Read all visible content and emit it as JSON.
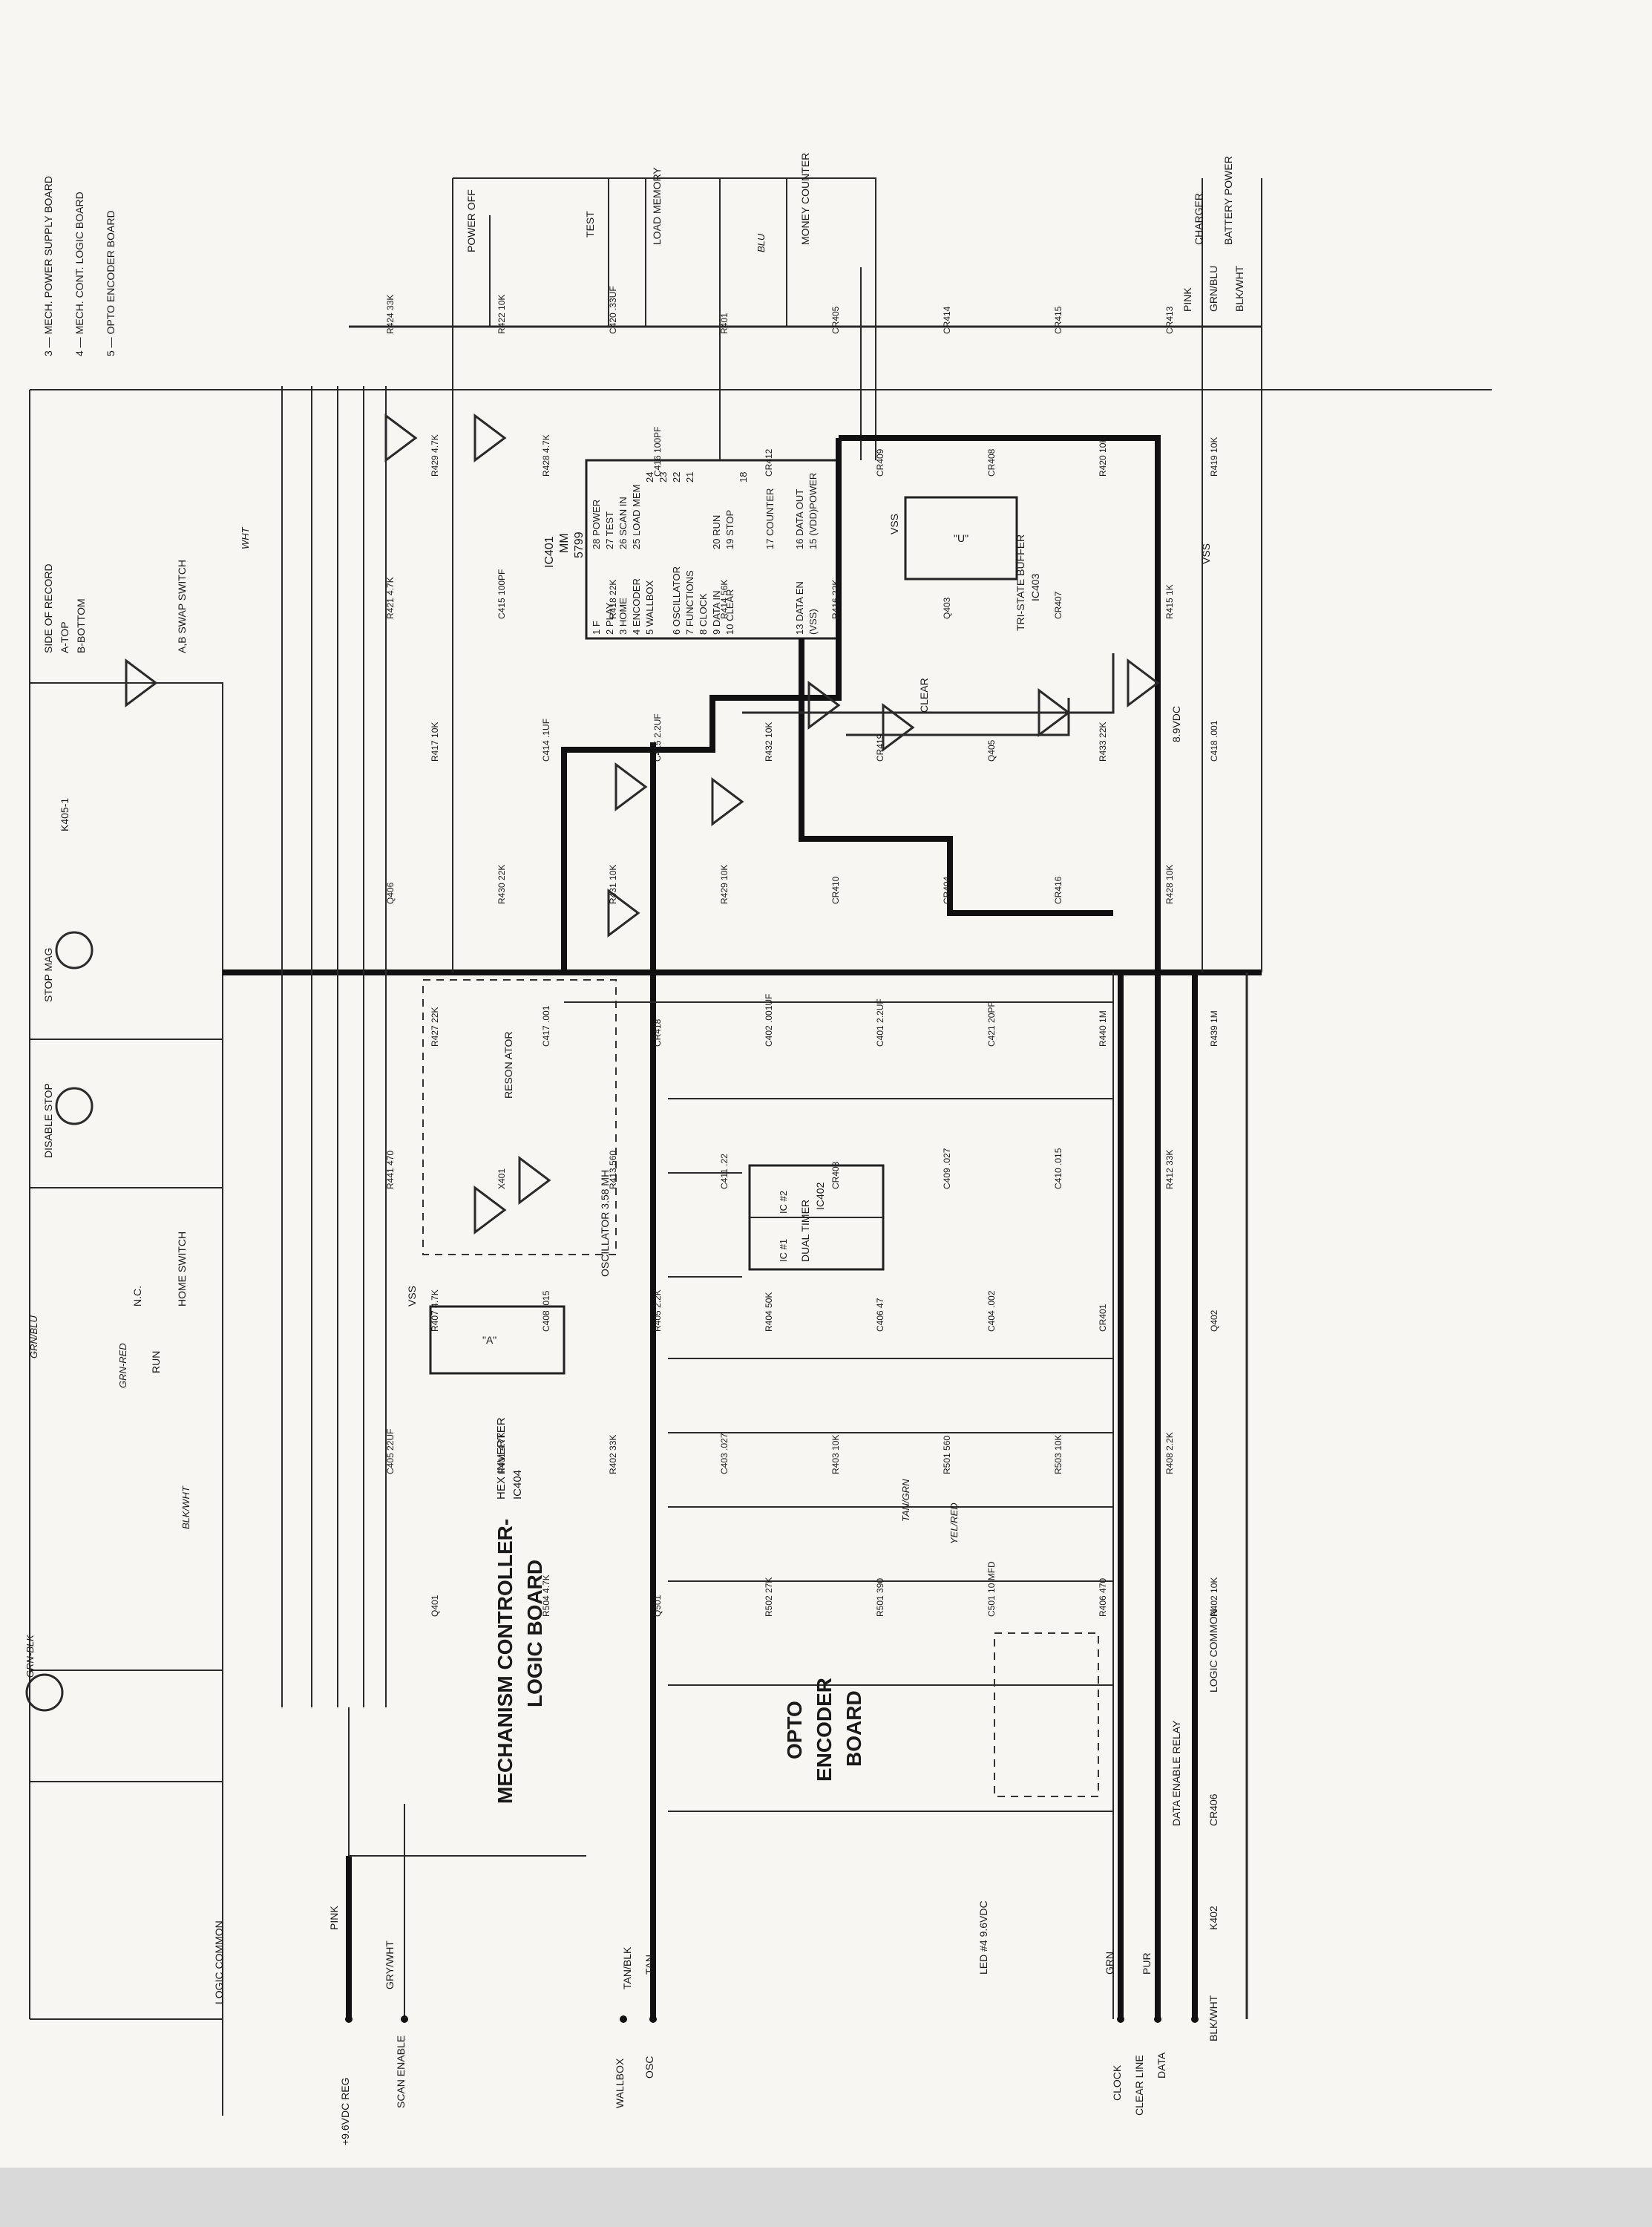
{
  "legend": [
    "3 — MECH. POWER SUPPLY BOARD",
    "4 — MECH. CONT. LOGIC BOARD",
    "5 — OPTO ENCODER BOARD"
  ],
  "title": {
    "main_line1": "MECHANISM CONTROLLER-",
    "main_line2": "LOGIC BOARD",
    "opto_line1": "OPTO",
    "opto_line2": "ENCODER",
    "opto_line3": "BOARD"
  },
  "ic": {
    "ic401_name": "IC401",
    "ic401_part": "MM",
    "ic401_num": "5799",
    "ic401_left_pins": [
      "1 F",
      "2 PLAY",
      "3 HOME",
      "4 ENCODER",
      "5 WALLBOX",
      "6 OSCILLATOR",
      "7 FUNCTIONS",
      "8 CLOCK",
      "9 DATA IN",
      "10 CLEAR",
      "13 DATA EN",
      "(VSS)"
    ],
    "ic401_right_pins": [
      "28 POWER",
      "27 TEST",
      "26 SCAN IN",
      "25 LOAD MEM",
      "24",
      "23",
      "22",
      "21",
      "20 RUN",
      "19 STOP",
      "18",
      "17 COUNTER",
      "16 DATA OUT",
      "15 (VDD)POWER"
    ],
    "ic403_label": "TRI-STATE BUFFER",
    "ic403_ref": "IC403",
    "ic403_vss": "VSS",
    "ic403_u": "\"U\"",
    "ic404_label": "HEX INVERTER",
    "ic404_ref": "IC404",
    "ic404_a": "\"A\"",
    "ic404_vss": "VSS",
    "ic402_label": "DUAL TIMER",
    "ic402_ref": "IC402",
    "ic402_n2": "IC #2",
    "ic402_n1": "IC #1"
  },
  "switches": {
    "power_off": "POWER OFF",
    "test": "TEST",
    "load_memory": "LOAD MEMORY",
    "money_counter": "MONEY COUNTER",
    "side_of_record": "SIDE OF RECORD",
    "side_a": "A-TOP",
    "side_b": "B-BOTTOM",
    "ab_swap": "A,B SWAP SWITCH",
    "home_switch": "HOME SWITCH",
    "nc": "N.C.",
    "run": "RUN",
    "stop_mag": "STOP MAG",
    "disable_stop": "DISABLE STOP",
    "k405": "K405-1",
    "resonator": "RESON ATOR",
    "oscillator": "OSCILLATOR 3.58 MH",
    "opto_encoder": "OPTO ENCODER"
  },
  "right_terminals": {
    "charger": "CHARGER",
    "battery_power": "BATTERY POWER",
    "pink": "PINK",
    "grn_blu": "GRN/BLU",
    "blk_wht": "BLK/WHT",
    "vss": "VSS",
    "v_89": "8.9VDC",
    "logic_common": "LOGIC COMMON",
    "data_enable_relay": "DATA ENABLE RELAY",
    "cr406": "CR406",
    "k402": "K402",
    "clear": "CLEAR"
  },
  "bottom_terminals": {
    "plus_v": "+9.6VDC REG",
    "scan_enable": "SCAN ENABLE",
    "logic_common": "LOGIC COMMON",
    "wallbox": "WALLBOX",
    "osc": "OSC",
    "clock": "CLOCK",
    "clear_line": "CLEAR LINE",
    "data": "DATA",
    "tan_blk": "TAN/BLK",
    "tan": "TAN",
    "grn": "GRN",
    "pur": "PUR",
    "gry_wht": "GRY/WHT",
    "pink": "PINK",
    "blk_wht": "BLK/WHT",
    "led_7": "LED #4 9.6VDC"
  },
  "wire_colors": {
    "wht": "WHT",
    "grn_blu": "GRN/BLU",
    "grn_red": "GRN-RED",
    "blk_wht": "BLK/WHT",
    "grn_blk": "GRN-BLK",
    "blu": "BLU",
    "tan_grn": "TAN/GRN",
    "yel_red": "YEL/RED"
  },
  "components": [
    "R424 33K",
    "R422 10K",
    "C420 .33UF",
    "R401",
    "CR405",
    "CR414",
    "CR415",
    "CR413",
    "R429 4.7K",
    "R428 4.7K",
    "C416 100PF",
    "CR412",
    "CR409",
    "CR408",
    "R420 10K",
    "R419 10K",
    "R421 4.7K",
    "C415 100PF",
    "R418 22K",
    "R414 56K",
    "R416 22K",
    "Q403",
    "CR407",
    "R415 1K",
    "R417 10K",
    "C414 .1UF",
    "C415 2.2UF",
    "R432 10K",
    "CR419",
    "Q405",
    "R433 22K",
    "C418 .001",
    "Q406",
    "R430 22K",
    "R431 10K",
    "R429 10K",
    "CR410",
    "CR404",
    "CR416",
    "R428 10K",
    "R427 22K",
    "C417 .001",
    "CR418",
    "C402 .001UF",
    "C401 2.2UF",
    "C421 20PF",
    "R440 1M",
    "R439 1M",
    "R441 470",
    "X401",
    "R413 560",
    "C411 .22",
    "CR403",
    "C409 .027",
    "C410 .015",
    "R412 33K",
    "R407 4.7K",
    "C408 .015",
    "R405 2.2K",
    "R404 50K",
    "C406 47",
    "C404 .002",
    "CR401",
    "Q402",
    "C405 22UF",
    "R401 4.7K",
    "R402 33K",
    "C403 .027",
    "R403 10K",
    "R501 560",
    "R503 10K",
    "R408 2.2K",
    "Q401",
    "R504 4.7K",
    "Q501",
    "R502 27K",
    "R501 390",
    "C501 10 MFD",
    "R406 470",
    "R402 10K"
  ]
}
